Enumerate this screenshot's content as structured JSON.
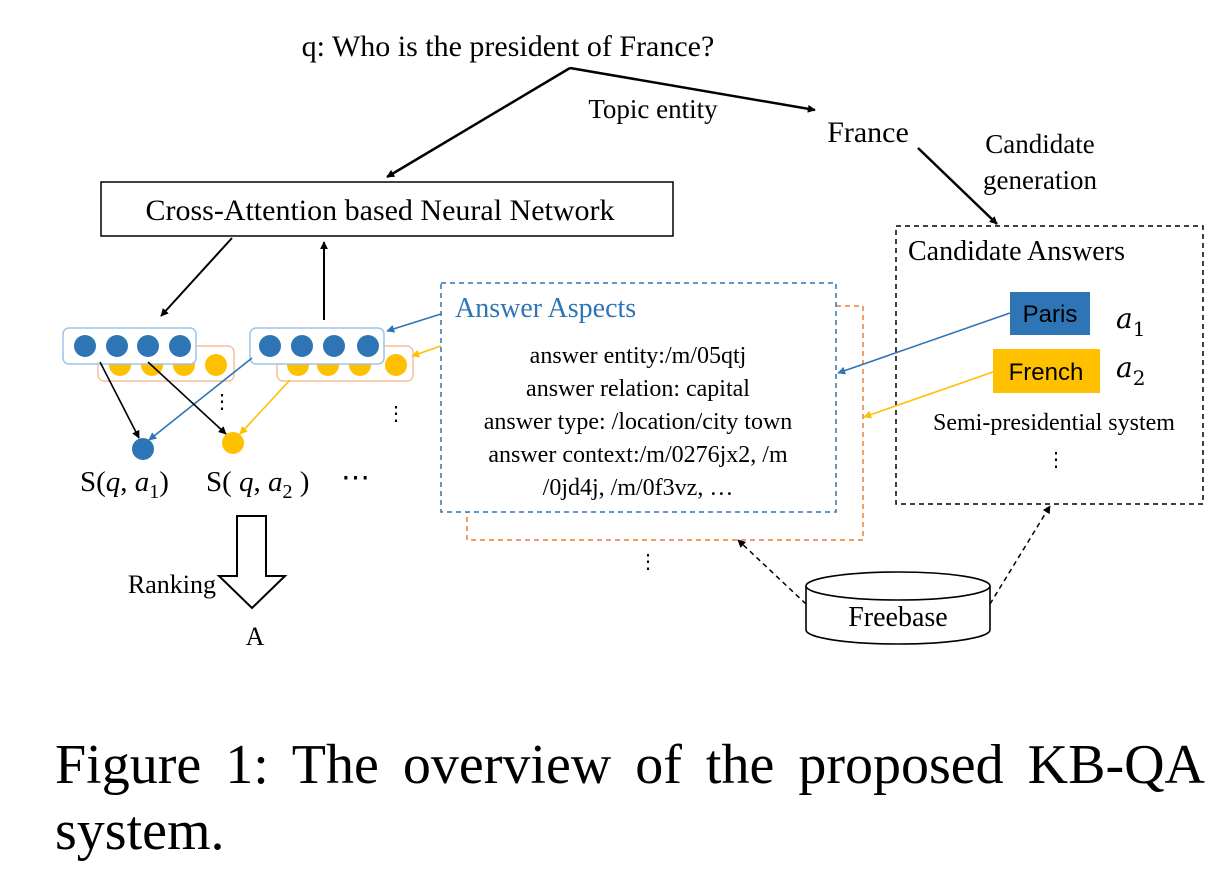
{
  "question": "q: Who is the president of France?",
  "topic_entity_label": "Topic entity",
  "topic_entity": "France",
  "candidate_generation": [
    "Candidate",
    "generation"
  ],
  "network_label": "Cross-Attention based Neural Network",
  "answer_aspects": {
    "title": "Answer Aspects",
    "lines": [
      "answer entity:/m/05qtj",
      "answer relation: capital",
      "answer type: /location/city town",
      "answer context:/m/0276jx2, /m",
      "/0jd4j,  /m/0f3vz, …"
    ]
  },
  "candidate_answers": {
    "title": "Candidate Answers",
    "items": [
      {
        "label": "Paris",
        "symbol": "a",
        "subscript": "1"
      },
      {
        "label": "French",
        "symbol": "a",
        "subscript": "2"
      }
    ],
    "extra": "Semi-presidential system",
    "ellipsis": "⋮"
  },
  "scores": {
    "s1": {
      "prefix": "S(",
      "q": "q",
      "sep": ", ",
      "a": "a",
      "sub": "1",
      "close": ")"
    },
    "s2": {
      "prefix": "S( ",
      "q": "q",
      "sep": ", ",
      "a": "a",
      "sub": "2",
      "close": " )"
    },
    "dots": "⋯"
  },
  "ranking_label": "Ranking",
  "answer_label": "A",
  "kb_label": "Freebase",
  "vertical_ellipsis": "⋮",
  "caption": "Figure 1: The overview of the proposed KB-QA system.",
  "colors": {
    "blue": "#2e75b6",
    "yellow": "#ffc000",
    "orange_border": "#ed7d31",
    "emb_border": "#9dc3e6",
    "emb_border_back": "#f4b183"
  }
}
